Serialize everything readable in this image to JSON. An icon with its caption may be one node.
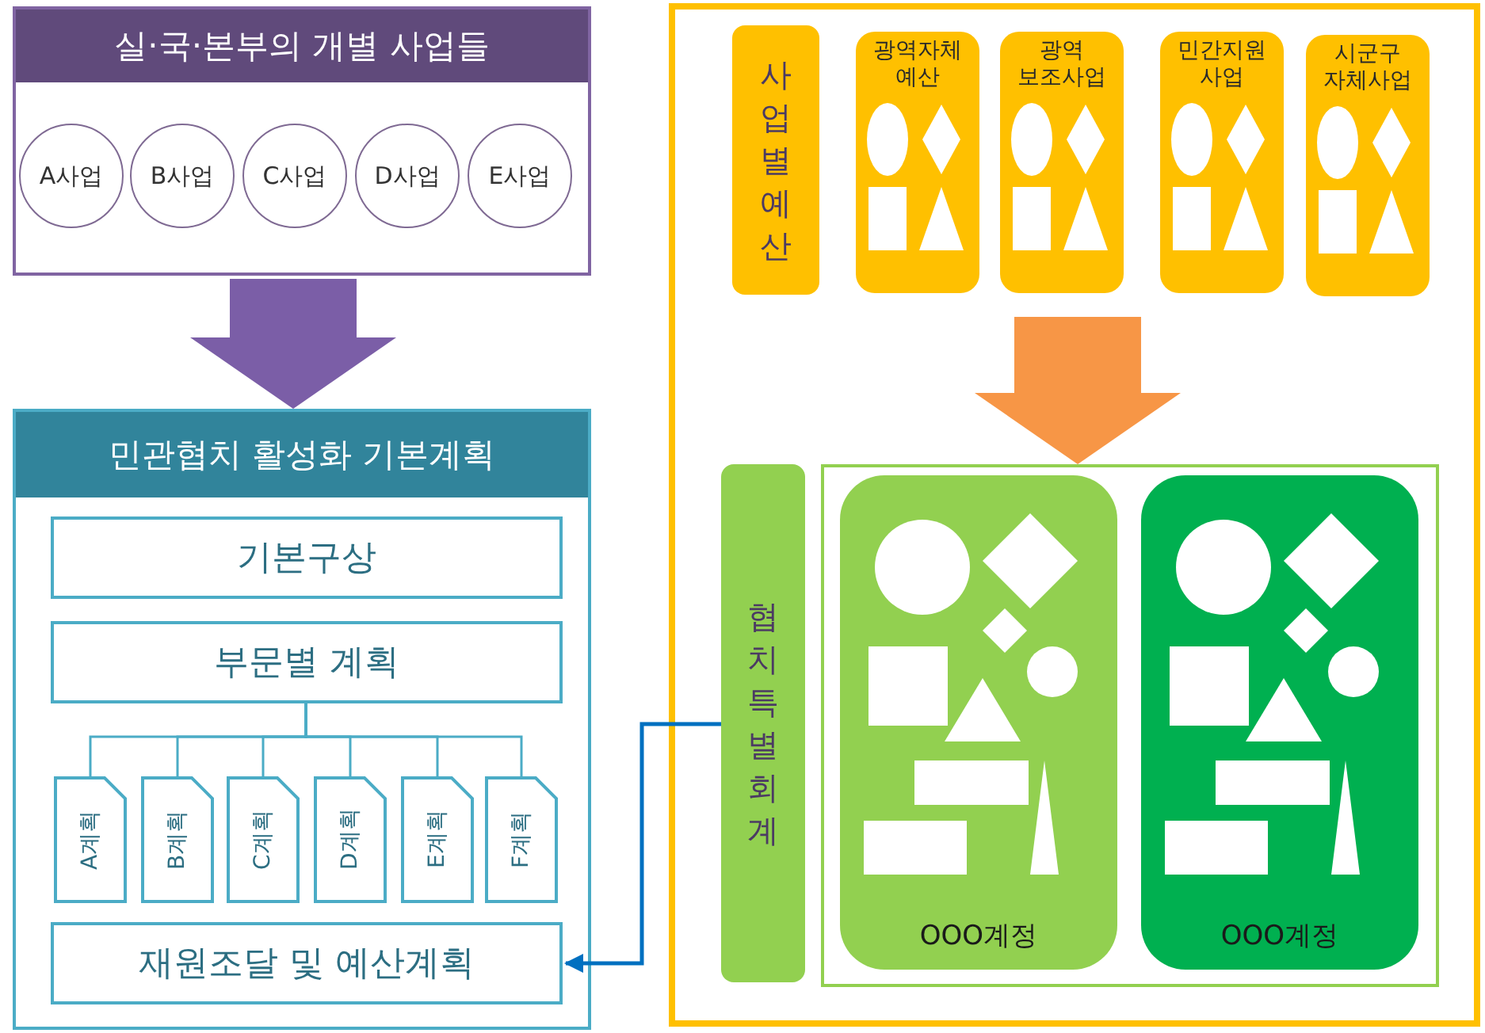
{
  "diagram": {
    "nodes": [
      {
        "text": [
          "실·국·본부의 개별 사업들"
        ]
      },
      {
        "text": [
          "A사업"
        ],
        "in": 0
      },
      {
        "text": [
          "B사업"
        ],
        "in": 0
      },
      {
        "text": [
          "C사업"
        ],
        "in": 0
      },
      {
        "text": [
          "D사업"
        ],
        "in": 0
      },
      {
        "text": [
          "E사업"
        ],
        "in": 0
      },
      {
        "text": [
          "민관협치 활성화 기본계획"
        ]
      },
      {
        "text": [
          "기본구상"
        ],
        "in": 6
      },
      {
        "text": [
          "부문별 계획"
        ],
        "in": 6
      },
      {
        "text": [
          "A계획"
        ],
        "in": 6
      },
      {
        "text": [
          "B계획"
        ],
        "in": 6
      },
      {
        "text": [
          "C계획"
        ],
        "in": 6
      },
      {
        "text": [
          "D계획"
        ],
        "in": 6
      },
      {
        "text": [
          "E계획"
        ],
        "in": 6
      },
      {
        "text": [
          "F계획"
        ],
        "in": 6
      },
      {
        "text": [
          "재원조달 및 예산계획"
        ],
        "in": 6
      },
      {
        "text": [],
        "shape": "box"
      },
      {
        "text": [
          "사업별예산"
        ],
        "in": 16
      },
      {
        "text": [
          "광역자체 예산"
        ],
        "in": 16
      },
      {
        "text": [
          "광역 보조사업"
        ],
        "in": 16
      },
      {
        "text": [
          "민간지원 사업"
        ],
        "in": 16
      },
      {
        "text": [
          "시군구 자체사업"
        ],
        "in": 16
      },
      {
        "text": [
          "협치특별회계"
        ],
        "in": 16
      },
      {
        "text": [],
        "shape": "box",
        "in": 16
      },
      {
        "text": [
          "OOO계정"
        ],
        "in": 23
      },
      {
        "text": [
          "OOO계정"
        ],
        "in": 23
      }
    ],
    "edges": [
      {
        "from": 0,
        "to": 6,
        "arrow": "to",
        "style": "thick",
        "color": "#7b5ea7"
      },
      {
        "from": 8,
        "to": 9,
        "arrow": "none"
      },
      {
        "from": 8,
        "to": 10,
        "arrow": "none"
      },
      {
        "from": 8,
        "to": 11,
        "arrow": "none"
      },
      {
        "from": 8,
        "to": 12,
        "arrow": "none"
      },
      {
        "from": 8,
        "to": 13,
        "arrow": "none"
      },
      {
        "from": 8,
        "to": 14,
        "arrow": "none"
      },
      {
        "from": null,
        "to": 23,
        "arrow": "to",
        "style": "thick",
        "color": "#f79646"
      },
      {
        "from": 22,
        "to": 15,
        "arrow": "to",
        "color": "#0070c0"
      }
    ]
  }
}
